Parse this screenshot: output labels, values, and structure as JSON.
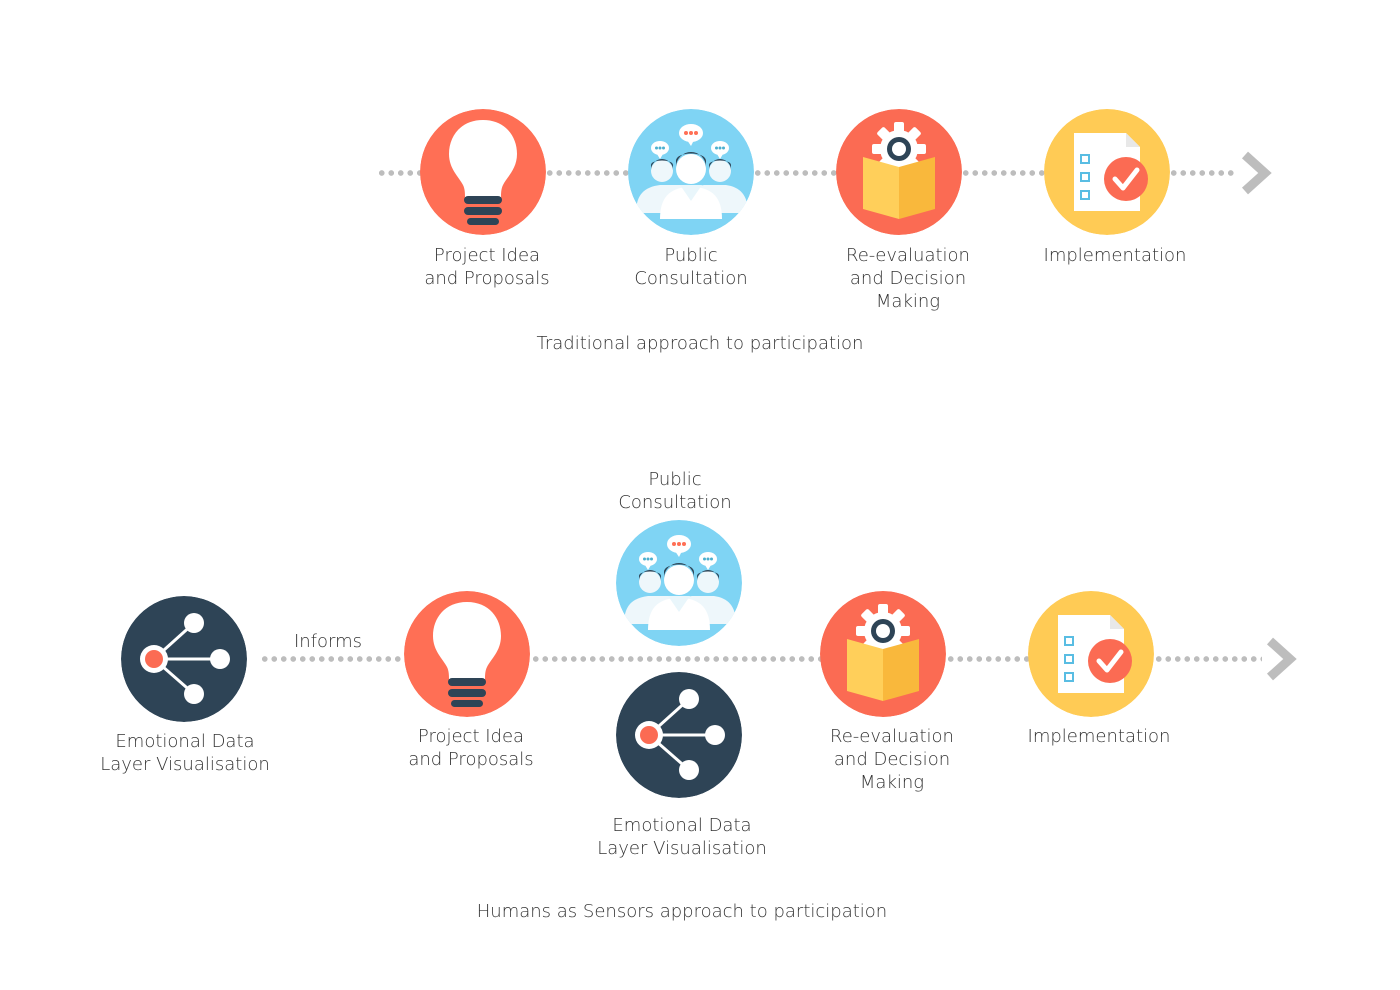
{
  "colors": {
    "idea": "#ff6f55",
    "consultation": "#7fd4f4",
    "decision": "#fb6b53",
    "implementation": "#ffcb55",
    "emotional": "#2e4456",
    "connector": "#bdbdbd"
  },
  "icons": {
    "idea": "lightbulb-icon",
    "consultation": "people-chat-icon",
    "decision": "gear-book-icon",
    "implementation": "checklist-icon",
    "emotional": "share-network-icon",
    "arrow": "chevron-right-icon"
  },
  "traditional": {
    "caption": "Traditional approach to participation",
    "steps": [
      {
        "label_lines": [
          "Project Idea",
          "and Proposals"
        ]
      },
      {
        "label_lines": [
          "Public",
          "Consultation"
        ]
      },
      {
        "label_lines": [
          "Re-evaluation",
          "and Decision",
          "Making"
        ]
      },
      {
        "label_lines": [
          "Implementation"
        ]
      }
    ]
  },
  "sensors": {
    "caption": "Humans as Sensors approach to participation",
    "informs_label": "Informs",
    "emotional_start_lines": [
      "Emotional Data",
      "Layer Visualisation"
    ],
    "idea_lines": [
      "Project Idea",
      "and Proposals"
    ],
    "consultation_lines": [
      "Public",
      "Consultation"
    ],
    "emotional_branch_lines": [
      "Emotional Data",
      "Layer Visualisation"
    ],
    "decision_lines": [
      "Re-evaluation",
      "and Decision",
      "Making"
    ],
    "implementation_lines": [
      "Implementation"
    ]
  }
}
